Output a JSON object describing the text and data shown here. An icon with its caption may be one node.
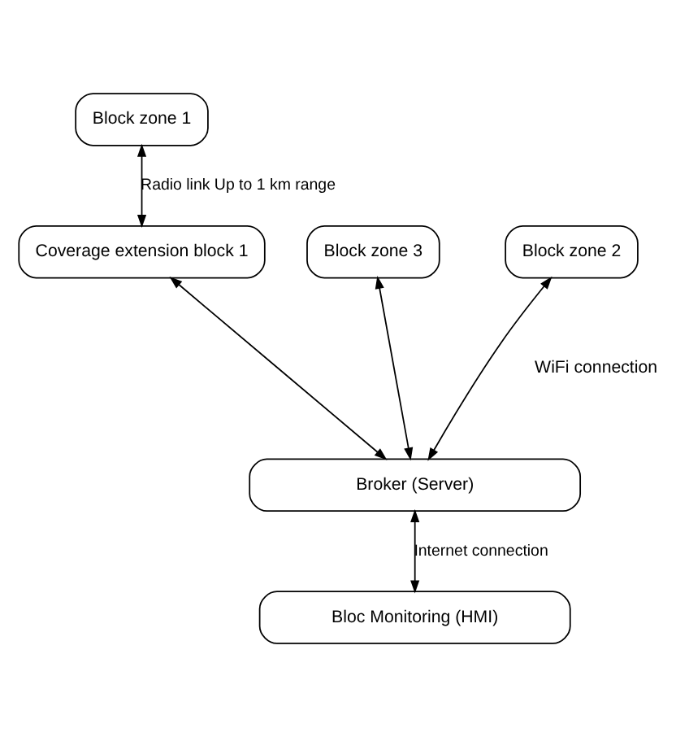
{
  "diagram": {
    "nodes": [
      {
        "text": [
          "Block zone 1"
        ]
      },
      {
        "text": [
          "Block zone 3"
        ]
      },
      {
        "text": [
          "Block zone 2"
        ]
      },
      {
        "text": [
          "Coverage extension block 1"
        ]
      },
      {
        "text": [
          "Broker (Server)"
        ]
      },
      {
        "text": [
          "Bloc Monitoring (HMI)"
        ]
      }
    ],
    "edges": [
      {
        "from": 0,
        "to": 3,
        "arrow": "both",
        "label": "Radio link Up to 1 km range"
      },
      {
        "from": 1,
        "to": 4,
        "arrow": "both"
      },
      {
        "from": 2,
        "to": 4,
        "arrow": "both"
      },
      {
        "from": 3,
        "to": 4,
        "arrow": "both"
      },
      {
        "from": 4,
        "to": 5,
        "arrow": "both",
        "label": "Internet connection"
      }
    ],
    "labels": [
      "WiFi connection"
    ]
  }
}
